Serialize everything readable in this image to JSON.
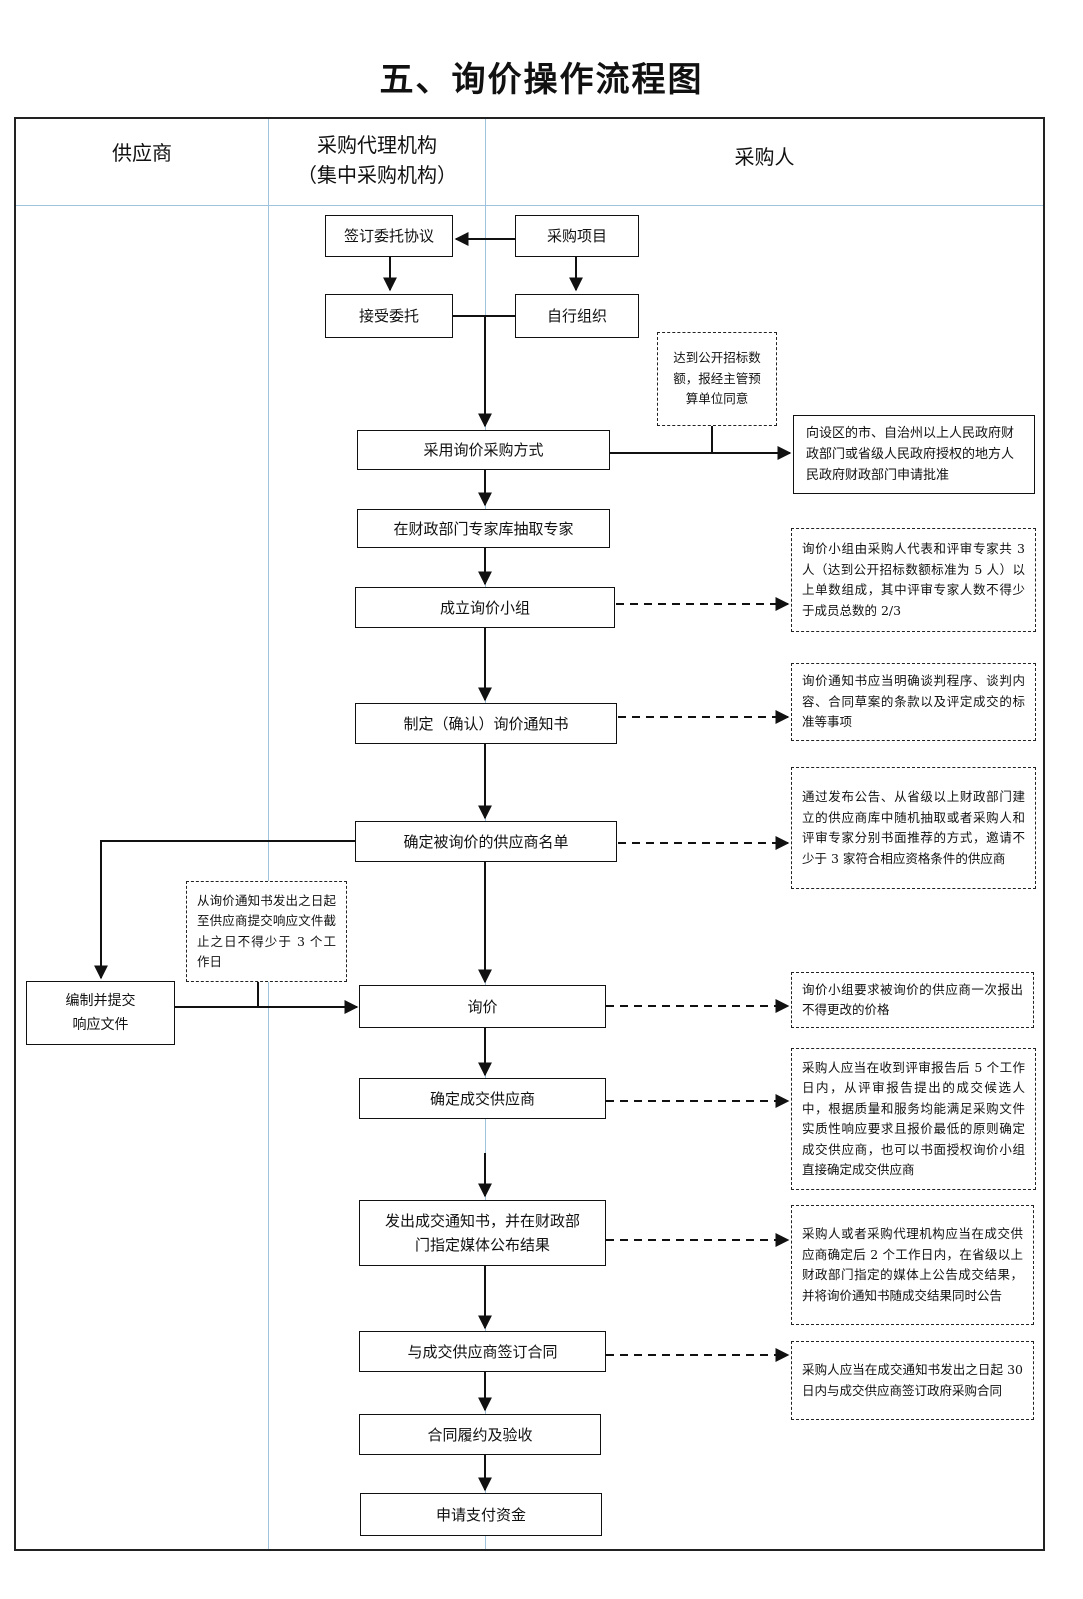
{
  "title": "五、询价操作流程图",
  "lanes": {
    "supplier": "供应商",
    "agency_line1": "采购代理机构",
    "agency_line2": "（集中采购机构）",
    "purchaser": "采购人"
  },
  "boxes": {
    "sign_agreement": "签订委托协议",
    "procurement_project": "采购项目",
    "accept_entrust": "接受委托",
    "self_organize": "自行组织",
    "adopt_inquiry": "采用询价采购方式",
    "draw_experts": "在财政部门专家库抽取专家",
    "form_group": "成立询价小组",
    "make_notice": "制定（确认）询价通知书",
    "supplier_list": "确定被询价的供应商名单",
    "prepare_response": "编制并提交\n响应文件",
    "inquiry": "询价",
    "determine_supplier": "确定成交供应商",
    "issue_notice": "发出成交通知书，并在财政部\n门指定媒体公布结果",
    "sign_contract": "与成交供应商签订合同",
    "perform_accept": "合同履约及验收",
    "apply_payment": "申请支付资金"
  },
  "notes": {
    "threshold": "达到公开招标数额，报经主管预算单位同意",
    "approval": "向设区的市、自治州以上人民政府财政部门或省级人民政府授权的地方人民政府财政部门申请批准",
    "group_composition": "询价小组由采购人代表和评审专家共 3 人（达到公开招标数额标准为 5 人）以上单数组成，其中评审专家人数不得少于成员总数的 2/3",
    "notice_content": "询价通知书应当明确谈判程序、谈判内容、合同草案的条款以及评定成交的标准等事项",
    "supplier_selection": "通过发布公告、从省级以上财政部门建立的供应商库中随机抽取或者采购人和评审专家分别书面推荐的方式，邀请不少于 3 家符合相应资格条件的供应商",
    "response_time": "从询价通知书发出之日起至供应商提交响应文件截止之日不得少于 3 个工作日",
    "one_time_quote": "询价小组要求被询价的供应商一次报出不得更改的价格",
    "determine_rule": "采购人应当在收到评审报告后 5 个工作日内，从评审报告提出的成交候选人中，根据质量和服务均能满足采购文件实质性响应要求且报价最低的原则确定成交供应商，也可以书面授权询价小组直接确定成交供应商",
    "publish_rule": "采购人或者采购代理机构应当在成交供应商确定后 2 个工作日内，在省级以上财政部门指定的媒体上公告成交结果，并将询价通知书随成交结果同时公告",
    "contract_rule": "采购人应当在成交通知书发出之日起 30 日内与成交供应商签订政府采购合同"
  }
}
